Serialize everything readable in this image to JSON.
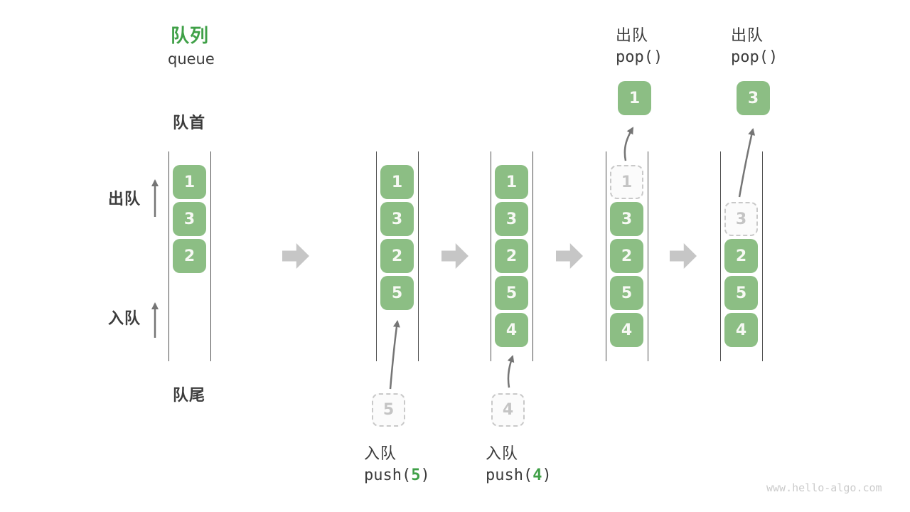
{
  "title": {
    "zh": "队列",
    "en": "queue"
  },
  "markers": {
    "front": "队首",
    "rear": "队尾"
  },
  "side_ops": {
    "dequeue": "出队",
    "enqueue": "入队"
  },
  "states": [
    {
      "cells": [
        "1",
        "3",
        "2"
      ]
    },
    {
      "cells": [
        "1",
        "3",
        "2",
        "5"
      ],
      "incoming_value": "5",
      "op": {
        "label": "入队",
        "code_open": "push(",
        "arg": "5",
        "code_close": ")"
      }
    },
    {
      "cells": [
        "1",
        "3",
        "2",
        "5",
        "4"
      ],
      "incoming_value": "4",
      "op": {
        "label": "入队",
        "code_open": "push(",
        "arg": "4",
        "code_close": ")"
      }
    },
    {
      "cells": [
        "3",
        "2",
        "5",
        "4"
      ],
      "removed_value": "1",
      "popped_value": "1",
      "op": {
        "label": "出队",
        "code": "pop()"
      }
    },
    {
      "cells": [
        "2",
        "5",
        "4"
      ],
      "removed_value": "3",
      "popped_value": "3",
      "op": {
        "label": "出队",
        "code": "pop()"
      }
    }
  ],
  "watermark": "www.hello-algo.com",
  "colors": {
    "cell_green": "#8CBE84",
    "accent_green": "#3FA047",
    "text_dark": "#3C3C3C",
    "block_arrow_gray": "#C6C6C6",
    "thin_arrow_gray": "#757575",
    "wall_gray": "#4F4F4F",
    "dashed_gray": "#C9C9C9"
  }
}
